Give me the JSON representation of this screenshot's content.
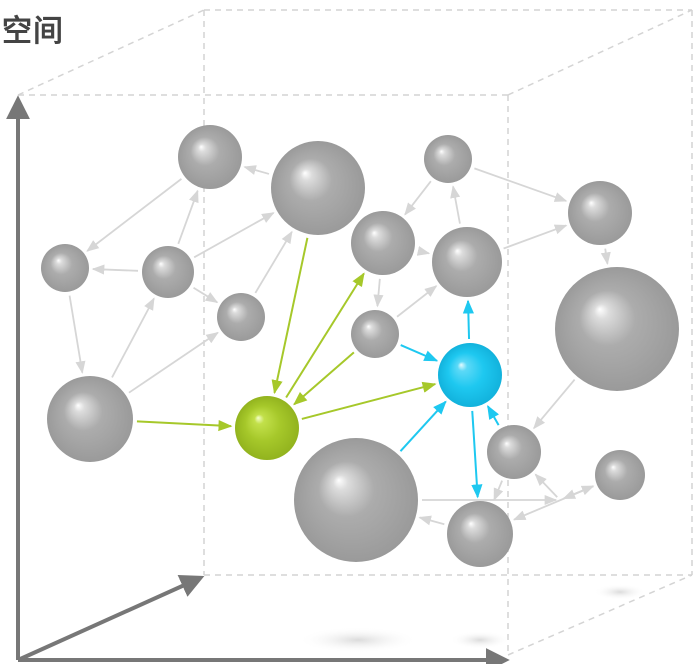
{
  "title": "空间",
  "colors": {
    "node_gray": "#a6a6a6",
    "node_green": "#a6c82a",
    "node_blue": "#1ec8f0",
    "edge_gray": "#d6d6d6",
    "axis": "#777777",
    "box": "#d4d4d4"
  },
  "nodes": [
    {
      "id": "n1",
      "role": "gray"
    },
    {
      "id": "n2",
      "role": "gray"
    },
    {
      "id": "n3",
      "role": "gray"
    },
    {
      "id": "n4",
      "role": "gray"
    },
    {
      "id": "n5",
      "role": "gray"
    },
    {
      "id": "n6",
      "role": "gray"
    },
    {
      "id": "n7",
      "role": "gray"
    },
    {
      "id": "n8",
      "role": "gray"
    },
    {
      "id": "n9",
      "role": "gray"
    },
    {
      "id": "n10",
      "role": "gray"
    },
    {
      "id": "n11",
      "role": "gray"
    },
    {
      "id": "n12",
      "role": "gray"
    },
    {
      "id": "n13",
      "role": "gray"
    },
    {
      "id": "n14",
      "role": "gray"
    },
    {
      "id": "n15",
      "role": "gray"
    },
    {
      "id": "n16",
      "role": "gray"
    },
    {
      "id": "g",
      "role": "green"
    },
    {
      "id": "b",
      "role": "blue"
    }
  ],
  "edges": [
    {
      "from": "n1",
      "to": "n4",
      "color": "gray"
    },
    {
      "from": "n5",
      "to": "n4",
      "color": "gray"
    },
    {
      "from": "n5",
      "to": "n1",
      "color": "gray"
    },
    {
      "from": "n2",
      "to": "n1",
      "color": "gray"
    },
    {
      "from": "n4",
      "to": "n7",
      "color": "gray"
    },
    {
      "from": "n7",
      "to": "n5",
      "color": "gray"
    },
    {
      "from": "n5",
      "to": "n6",
      "color": "gray"
    },
    {
      "from": "n5",
      "to": "n2",
      "color": "gray"
    },
    {
      "from": "n6",
      "to": "n2",
      "color": "gray"
    },
    {
      "from": "n7",
      "to": "n6",
      "color": "gray"
    },
    {
      "from": "n3",
      "to": "n8",
      "color": "gray"
    },
    {
      "from": "n8",
      "to": "n11",
      "color": "gray"
    },
    {
      "from": "n8",
      "to": "n10",
      "color": "gray"
    },
    {
      "from": "n10",
      "to": "n3",
      "color": "gray"
    },
    {
      "from": "n10",
      "to": "n9",
      "color": "gray"
    },
    {
      "from": "n3",
      "to": "n9",
      "color": "gray"
    },
    {
      "from": "n11",
      "to": "n10",
      "color": "gray"
    },
    {
      "from": "n9",
      "to": "n12",
      "color": "gray"
    },
    {
      "from": "n12",
      "to": "n14",
      "color": "gray"
    },
    {
      "from": "n15",
      "to": "n13",
      "color": "gray"
    },
    {
      "from": "n16",
      "to": "n15",
      "color": "gray"
    },
    {
      "from": "n17",
      "to": "n16",
      "color": "gray"
    },
    {
      "from": "n17",
      "to": "n14",
      "color": "gray"
    },
    {
      "from": "n16",
      "to": "n17",
      "color": "gray"
    },
    {
      "from": "n14",
      "to": "n15",
      "color": "gray"
    },
    {
      "from": "n13",
      "to": "n17",
      "color": "gray"
    },
    {
      "from": "n7",
      "to": "g",
      "color": "green"
    },
    {
      "from": "n2",
      "to": "g",
      "color": "green"
    },
    {
      "from": "g",
      "to": "n8",
      "color": "green"
    },
    {
      "from": "n11",
      "to": "g",
      "color": "green"
    },
    {
      "from": "g",
      "to": "b",
      "color": "green"
    },
    {
      "from": "n11",
      "to": "b",
      "color": "blue"
    },
    {
      "from": "b",
      "to": "n10",
      "color": "blue"
    },
    {
      "from": "n14",
      "to": "b",
      "color": "blue"
    },
    {
      "from": "b",
      "to": "n15",
      "color": "blue"
    },
    {
      "from": "n13",
      "to": "b",
      "color": "blue"
    }
  ]
}
